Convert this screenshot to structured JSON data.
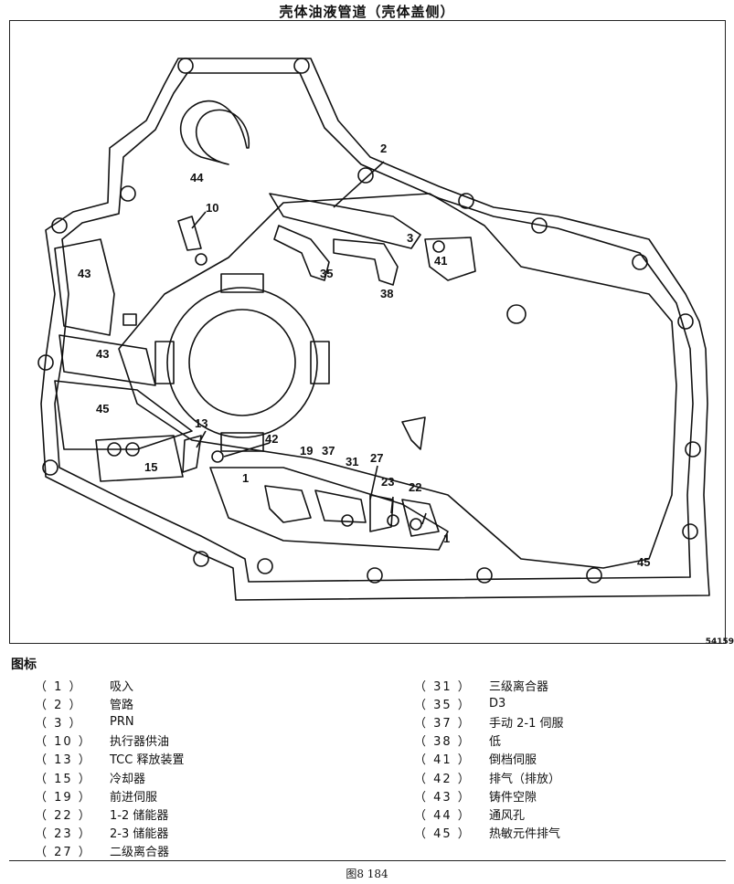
{
  "title": "壳体油液管道（壳体盖侧）",
  "figure_code": "54159",
  "legend_heading": "图标",
  "caption": "图8 184",
  "diagram_labels": [
    "2",
    "10",
    "44",
    "3",
    "41",
    "43",
    "35",
    "38",
    "43",
    "45",
    "13",
    "42",
    "19",
    "37",
    "31",
    "27",
    "23",
    "22",
    "15",
    "1",
    "1",
    "45"
  ],
  "legend_left": [
    {
      "num": "（ 1 ）",
      "text": "吸入"
    },
    {
      "num": "（ 2 ）",
      "text": "管路"
    },
    {
      "num": "（ 3 ）",
      "text": "PRN"
    },
    {
      "num": "（ 10 ）",
      "text": "执行器供油"
    },
    {
      "num": "（ 13 ）",
      "text": "TCC 释放装置"
    },
    {
      "num": "（ 15 ）",
      "text": "冷却器"
    },
    {
      "num": "（ 19 ）",
      "text": "前进伺服"
    },
    {
      "num": "（ 22 ）",
      "text": "1-2 储能器"
    },
    {
      "num": "（ 23 ）",
      "text": "2-3 储能器"
    },
    {
      "num": "（ 27 ）",
      "text": "二级离合器"
    }
  ],
  "legend_right": [
    {
      "num": "（ 31 ）",
      "text": "三级离合器"
    },
    {
      "num": "（ 35 ）",
      "text": "D3"
    },
    {
      "num": "（ 37 ）",
      "text": "手动 2-1 伺服"
    },
    {
      "num": "（ 38 ）",
      "text": "低"
    },
    {
      "num": "（ 41 ）",
      "text": "倒档伺服"
    },
    {
      "num": "（ 42 ）",
      "text": "排气（排放）"
    },
    {
      "num": "（ 43 ）",
      "text": "铸件空隙"
    },
    {
      "num": "（ 44 ）",
      "text": "通风孔"
    },
    {
      "num": "（ 45 ）",
      "text": "热敏元件排气"
    }
  ]
}
